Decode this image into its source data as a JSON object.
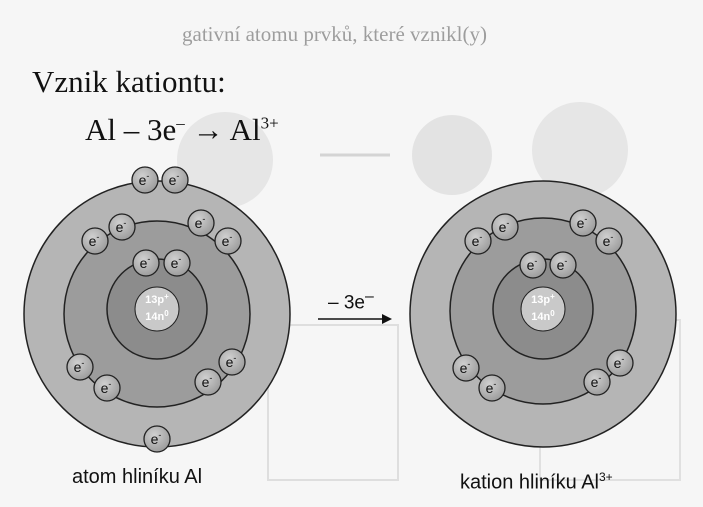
{
  "top_text": "gativní atomu prvků, které vznikl(y)",
  "heading": "Vznik kationtu:",
  "equation": {
    "lhs": "Al – 3e",
    "lhs_sup": "–",
    "arrow": "→",
    "rhs": "Al",
    "rhs_sup": "3+"
  },
  "arrow_label": "– 3e",
  "arrow_label_sup": "–",
  "electron_label": "e",
  "electron_sup": "-",
  "nucleus": {
    "protons": "13p",
    "protons_sup": "+",
    "neutrons": "14n",
    "neutrons_sup": "0"
  },
  "atom_caption": "atom hliníku Al",
  "cation_caption": "kation hliníku Al",
  "cation_caption_sup": "3+",
  "colors": {
    "outer_shell": "#b5b5b5",
    "middle_shell": "#9a9a9a",
    "inner_shell": "#8a8a8a",
    "nucleus": "#c8c8c8",
    "electron": "#a8a8a8",
    "outline": "#222222"
  }
}
